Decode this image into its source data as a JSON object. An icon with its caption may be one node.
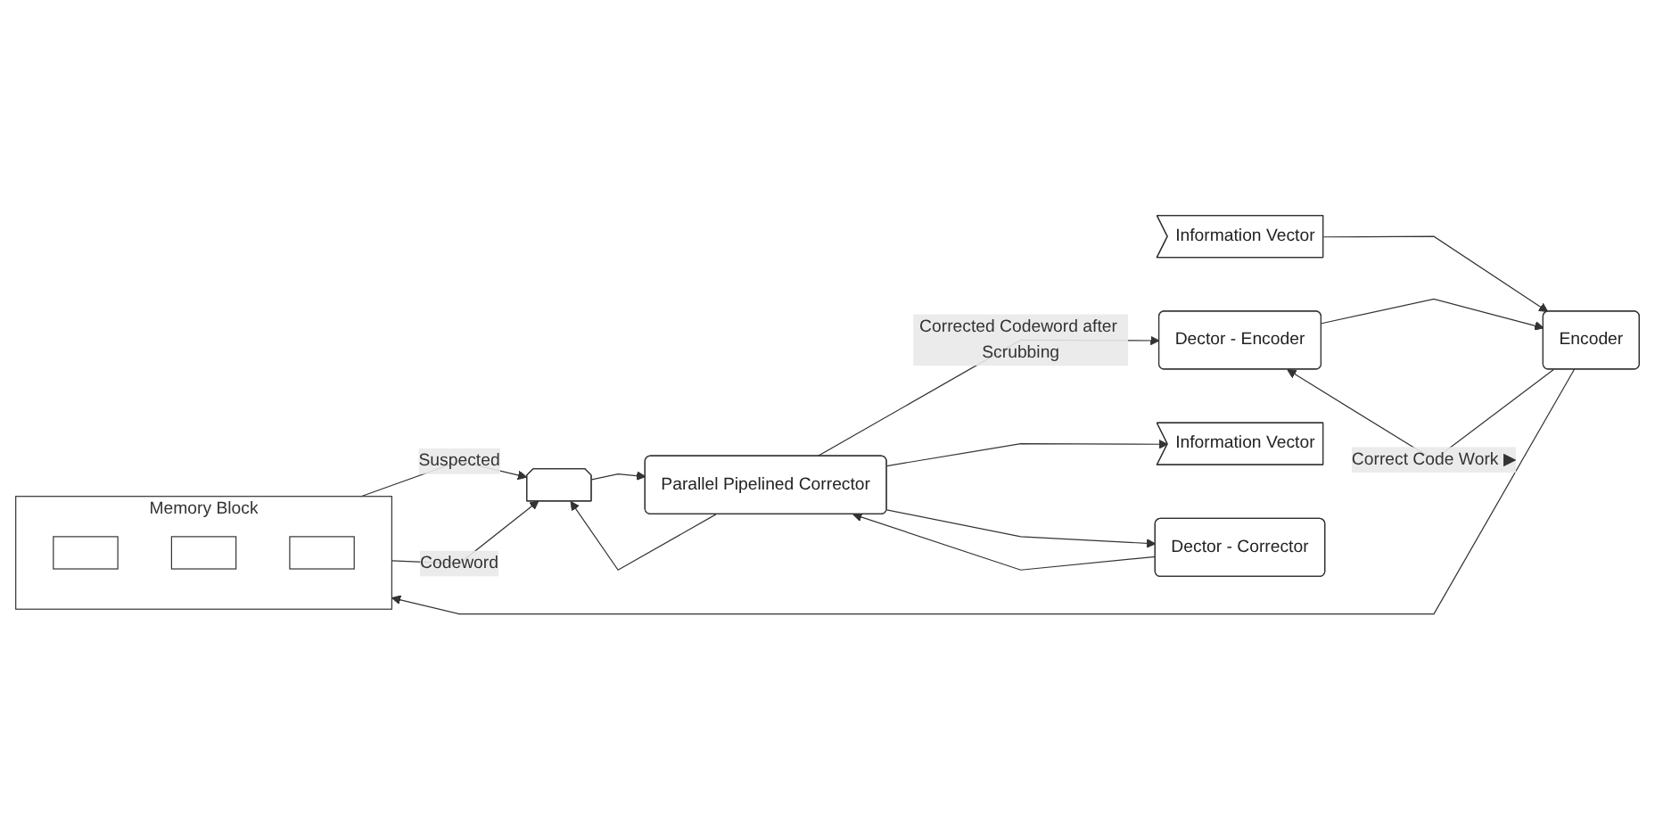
{
  "diagram": {
    "nodes": [
      {
        "text": [
          "Information Vector"
        ]
      },
      {
        "text": [
          "Encoder"
        ]
      },
      {
        "text": [
          "Dector - Encoder"
        ]
      },
      {
        "text": [
          "Memory Block"
        ]
      },
      {
        "text": [],
        "shape": "bar",
        "in": 3
      },
      {
        "text": [],
        "shape": "bar",
        "in": 3
      },
      {
        "text": [],
        "shape": "bar",
        "in": 3
      },
      {
        "text": [],
        "shape": "box"
      },
      {
        "text": [
          "Parallel Pipelined Corrector"
        ]
      },
      {
        "text": [
          "Information Vector"
        ]
      },
      {
        "text": [
          "Dector - Corrector"
        ]
      }
    ],
    "edges": [
      {
        "from": 0,
        "to": 1,
        "arrow": "to"
      },
      {
        "from": 1,
        "to": 2,
        "arrow": "to",
        "label": "Correct Code Work ▶"
      },
      {
        "from": 2,
        "to": 1,
        "arrow": "to"
      },
      {
        "from": 1,
        "to": 3,
        "arrow": "to"
      },
      {
        "from": 3,
        "to": 7,
        "arrow": "to",
        "label": "Suspected"
      },
      {
        "from": 3,
        "to": 7,
        "arrow": "to",
        "label": "Codeword"
      },
      {
        "from": 8,
        "to": 7,
        "arrow": "to"
      },
      {
        "from": 7,
        "to": 8,
        "arrow": "to"
      },
      {
        "from": 8,
        "to": 9,
        "arrow": "to"
      },
      {
        "from": 8,
        "to": 2,
        "arrow": "to",
        "label": "Corrected Codeword after Scrubbing"
      },
      {
        "from": 8,
        "to": 10,
        "arrow": "to"
      },
      {
        "from": 10,
        "to": 8,
        "arrow": "to"
      }
    ]
  }
}
